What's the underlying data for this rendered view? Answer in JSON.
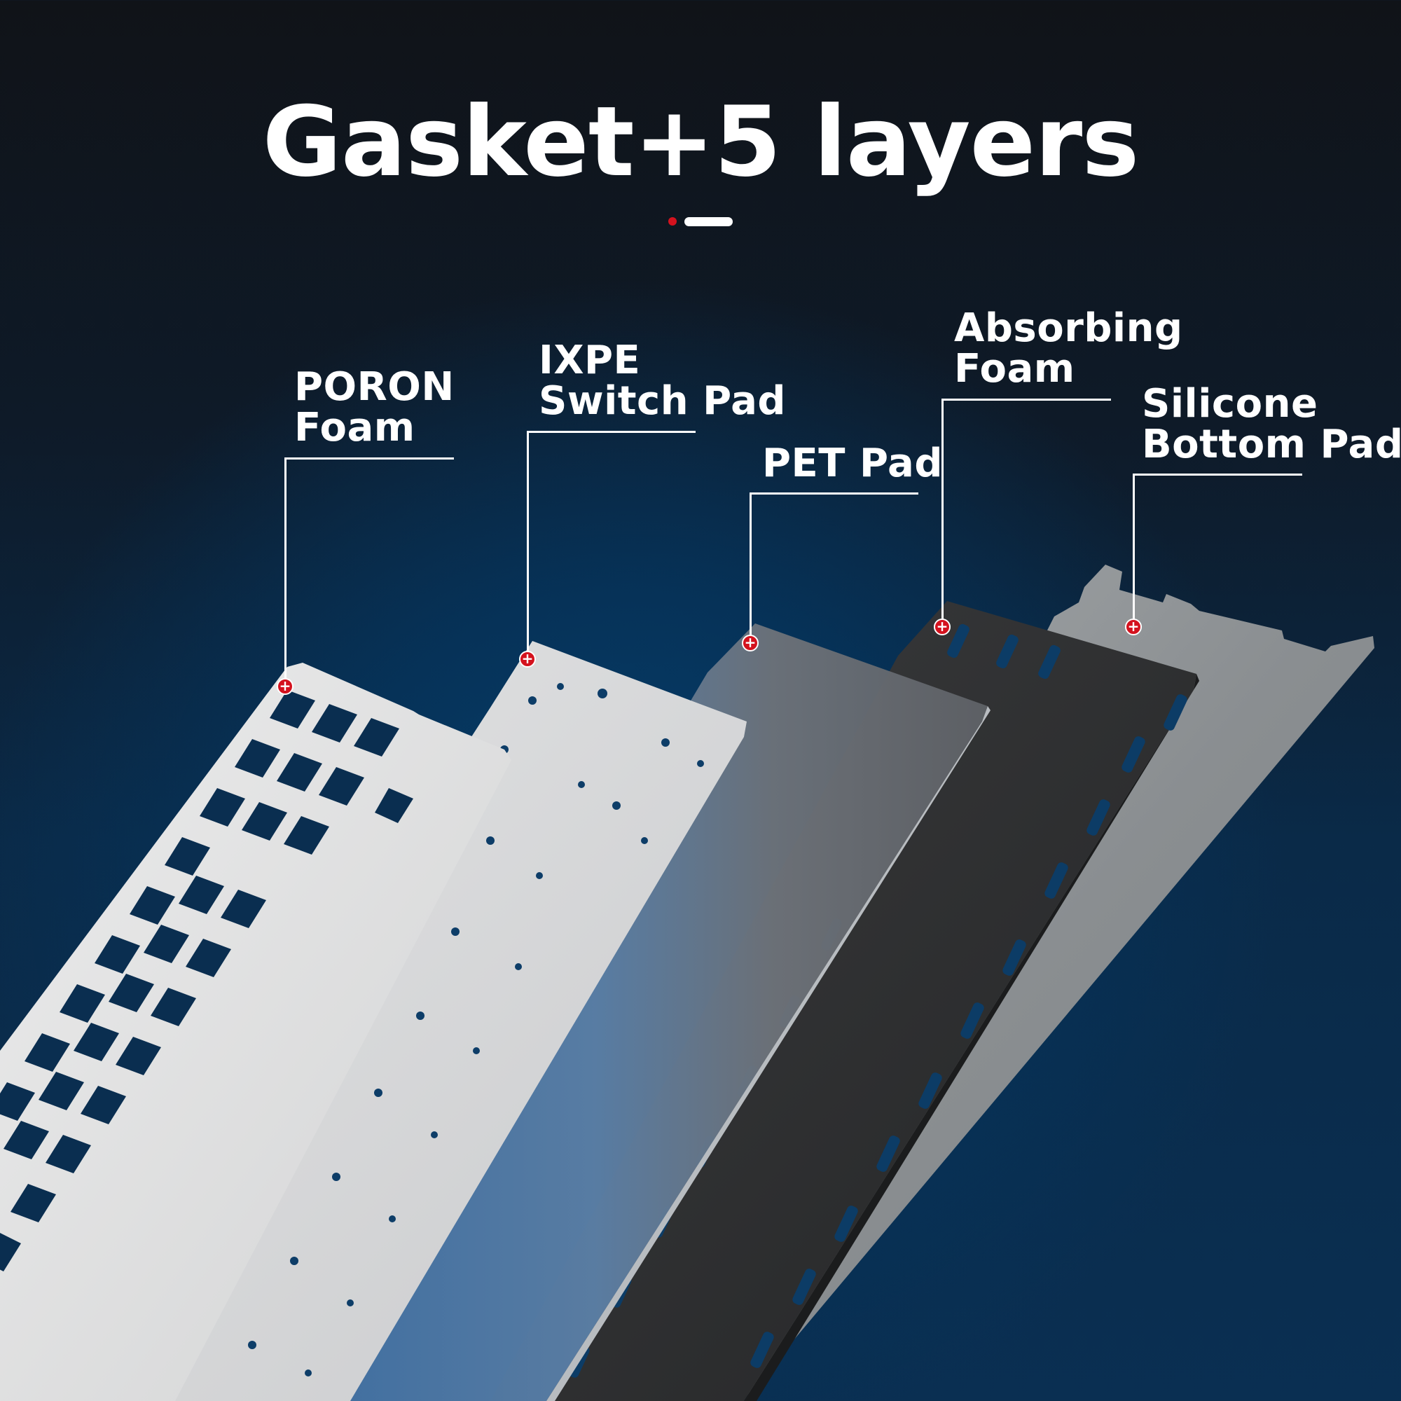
{
  "title": "Gasket+5 layers",
  "colors": {
    "accent": "#d4121e",
    "background_top": "#101318",
    "background_bottom": "#0a2f52",
    "poron_layer": "#d9dadc",
    "ixpe_layer": "#d0d1d3",
    "pet_layer": "#6c7f93",
    "absorbing_layer": "#2e2f31",
    "silicone_layer": "#8e9294"
  },
  "marker_icon": "+",
  "layers": [
    {
      "id": "poron",
      "label_line1": "PORON",
      "label_line2": "Foam"
    },
    {
      "id": "ixpe",
      "label_line1": "IXPE",
      "label_line2": "Switch Pad"
    },
    {
      "id": "pet",
      "label_line1": "PET Pad",
      "label_line2": ""
    },
    {
      "id": "absorbing",
      "label_line1": "Absorbing",
      "label_line2": "Foam"
    },
    {
      "id": "silicone",
      "label_line1": "Silicone",
      "label_line2": "Bottom Pad"
    }
  ]
}
